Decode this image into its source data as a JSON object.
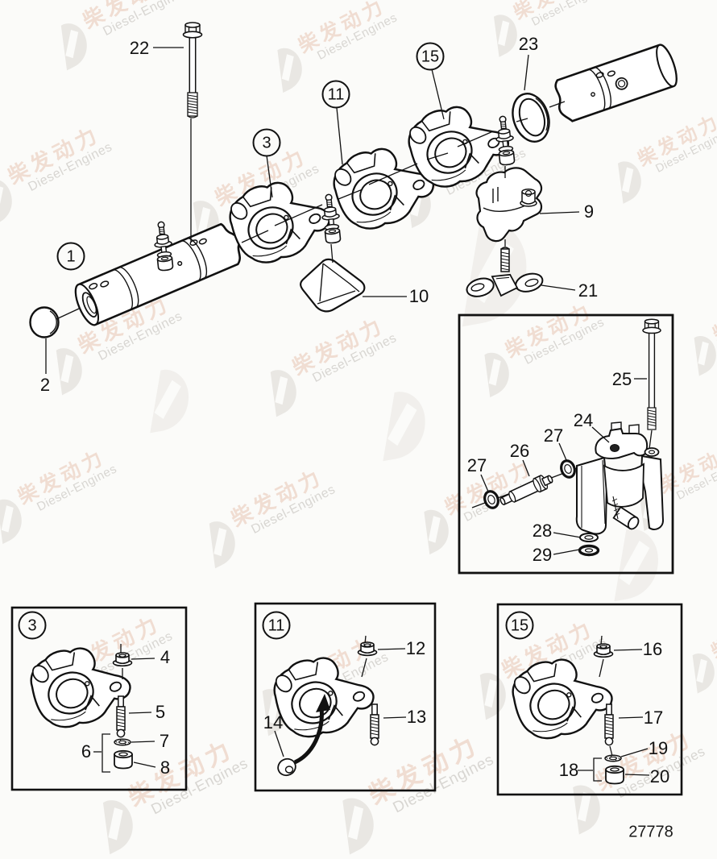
{
  "figure_number": "27778",
  "watermark": {
    "brand_cn": "柴发动力",
    "brand_en": "Diesel-Engines"
  },
  "main_view": {
    "callouts": {
      "c1": "1",
      "c2": "2",
      "c3": "3",
      "c9": "9",
      "c10": "10",
      "c11": "11",
      "c15": "15",
      "c21": "21",
      "c22": "22",
      "c23": "23"
    }
  },
  "inset_view": {
    "callouts": {
      "c24": "24",
      "c25": "25",
      "c26": "26",
      "c27_left": "27",
      "c27_right": "27",
      "c28": "28",
      "c29": "29"
    }
  },
  "detail_boxes": [
    {
      "ref": "3",
      "callouts": {
        "c4": "4",
        "c5": "5",
        "c6": "6",
        "c7": "7",
        "c8": "8"
      }
    },
    {
      "ref": "11",
      "callouts": {
        "c12": "12",
        "c13": "13",
        "c14": "14"
      }
    },
    {
      "ref": "15",
      "callouts": {
        "c16": "16",
        "c17": "17",
        "c18": "18",
        "c19": "19",
        "c20": "20"
      }
    }
  ]
}
